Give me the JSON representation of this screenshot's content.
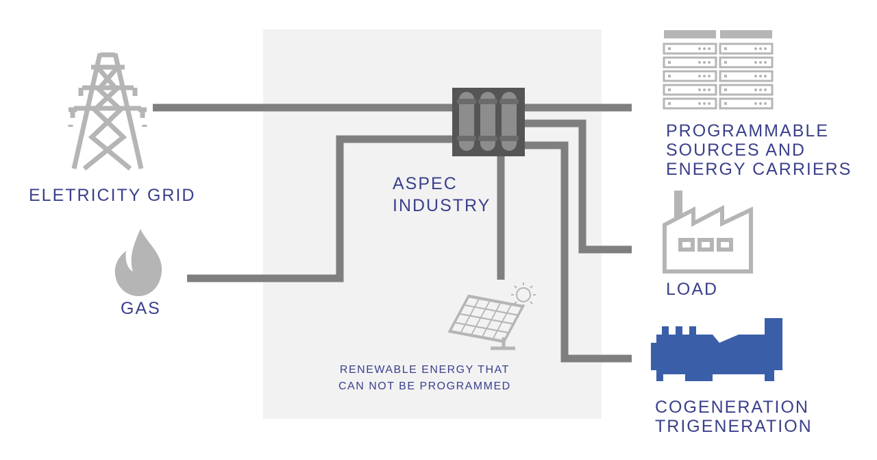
{
  "colors": {
    "background": "#ffffff",
    "panel": "#f2f2f3",
    "line": "#7f7f80",
    "icon_gray": "#b5b5b6",
    "icon_dark": "#555556",
    "cogeneration_blue": "#3a5fa8",
    "label": "#3a3f8a"
  },
  "nodes": {
    "electricity_grid": {
      "icon": "power-pylon-icon",
      "label": "ELETRICITY GRID"
    },
    "gas": {
      "icon": "flame-icon",
      "label": "GAS"
    },
    "aspec_industry": {
      "icon": "switchgear-icon",
      "label_lines": [
        "ASPEC",
        "INDUSTRY"
      ]
    },
    "renewable": {
      "icon": "solar-panel-icon",
      "label_lines": [
        "RENEWABLE ENERGY THAT",
        "CAN NOT BE PROGRAMMED"
      ]
    },
    "programmable": {
      "icon": "server-rack-icon",
      "label_lines": [
        "PROGRAMMABLE",
        "SOURCES AND",
        "ENERGY CARRIERS"
      ]
    },
    "load": {
      "icon": "factory-icon",
      "label": "LOAD"
    },
    "cogeneration": {
      "icon": "generator-engine-icon",
      "label_lines": [
        "COGENERATION",
        "TRIGENERATION"
      ]
    }
  }
}
